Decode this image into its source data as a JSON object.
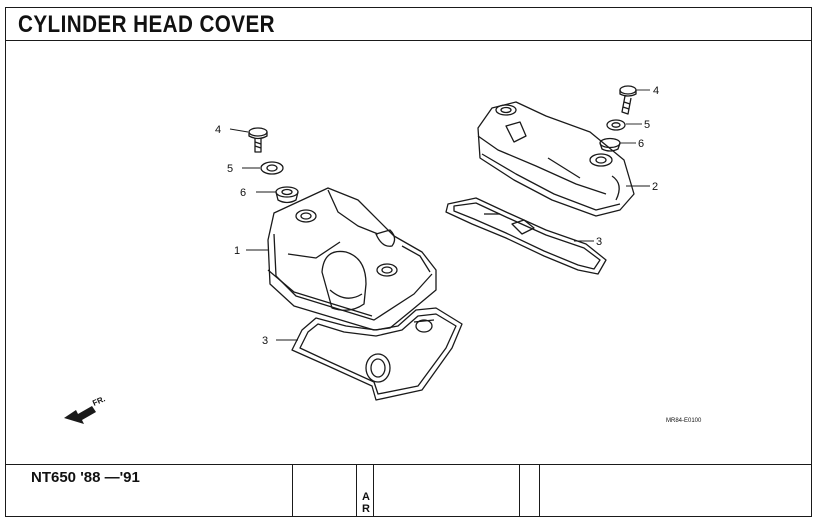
{
  "header": {
    "title": "CYLINDER HEAD COVER"
  },
  "diagram": {
    "callouts": {
      "c1": "1",
      "c2": "2",
      "c3_front": "3",
      "c3_rear": "3",
      "c4_front": "4",
      "c4_rear": "4",
      "c5_front": "5",
      "c5_rear": "5",
      "c6_front": "6",
      "c6_rear": "6"
    },
    "fr_label": "FR.",
    "reference_code": "MR84-E0100"
  },
  "footer": {
    "model": "NT650 '88 —'91",
    "ar_top": "A",
    "ar_bottom": "R"
  }
}
